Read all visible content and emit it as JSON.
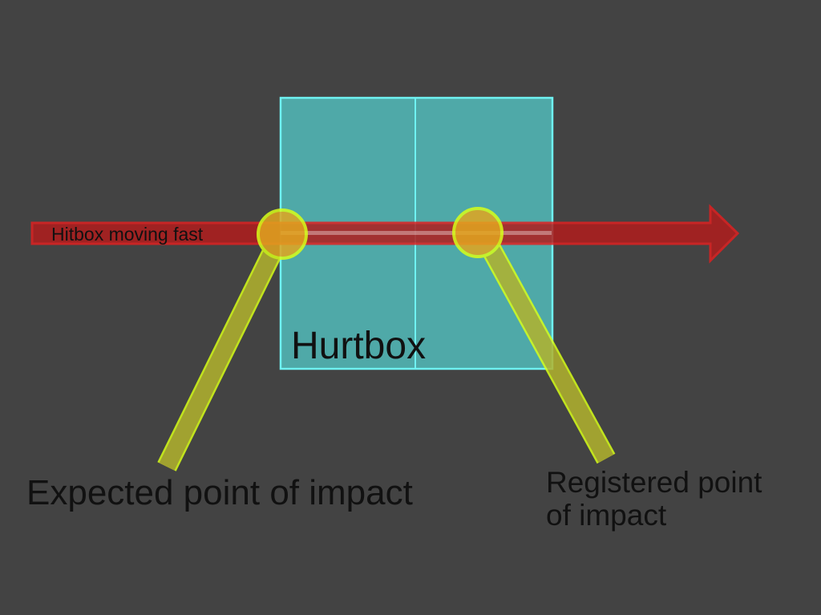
{
  "diagram": {
    "background": "#434343",
    "labels": {
      "arrow": "Hitbox moving fast",
      "hurtbox": "Hurtbox",
      "expected": "Expected point of impact",
      "registered_line1": "Registered point",
      "registered_line2": "of impact"
    },
    "colors": {
      "hurtbox_fill": "#4fa9a8",
      "hurtbox_stroke": "#6ff2f2",
      "arrow_fill": "#b11d1d",
      "arrow_stroke": "#e02020",
      "marker_fill": "#c8d92f",
      "marker_stroke": "#d8ff18",
      "text": "#111111"
    }
  }
}
